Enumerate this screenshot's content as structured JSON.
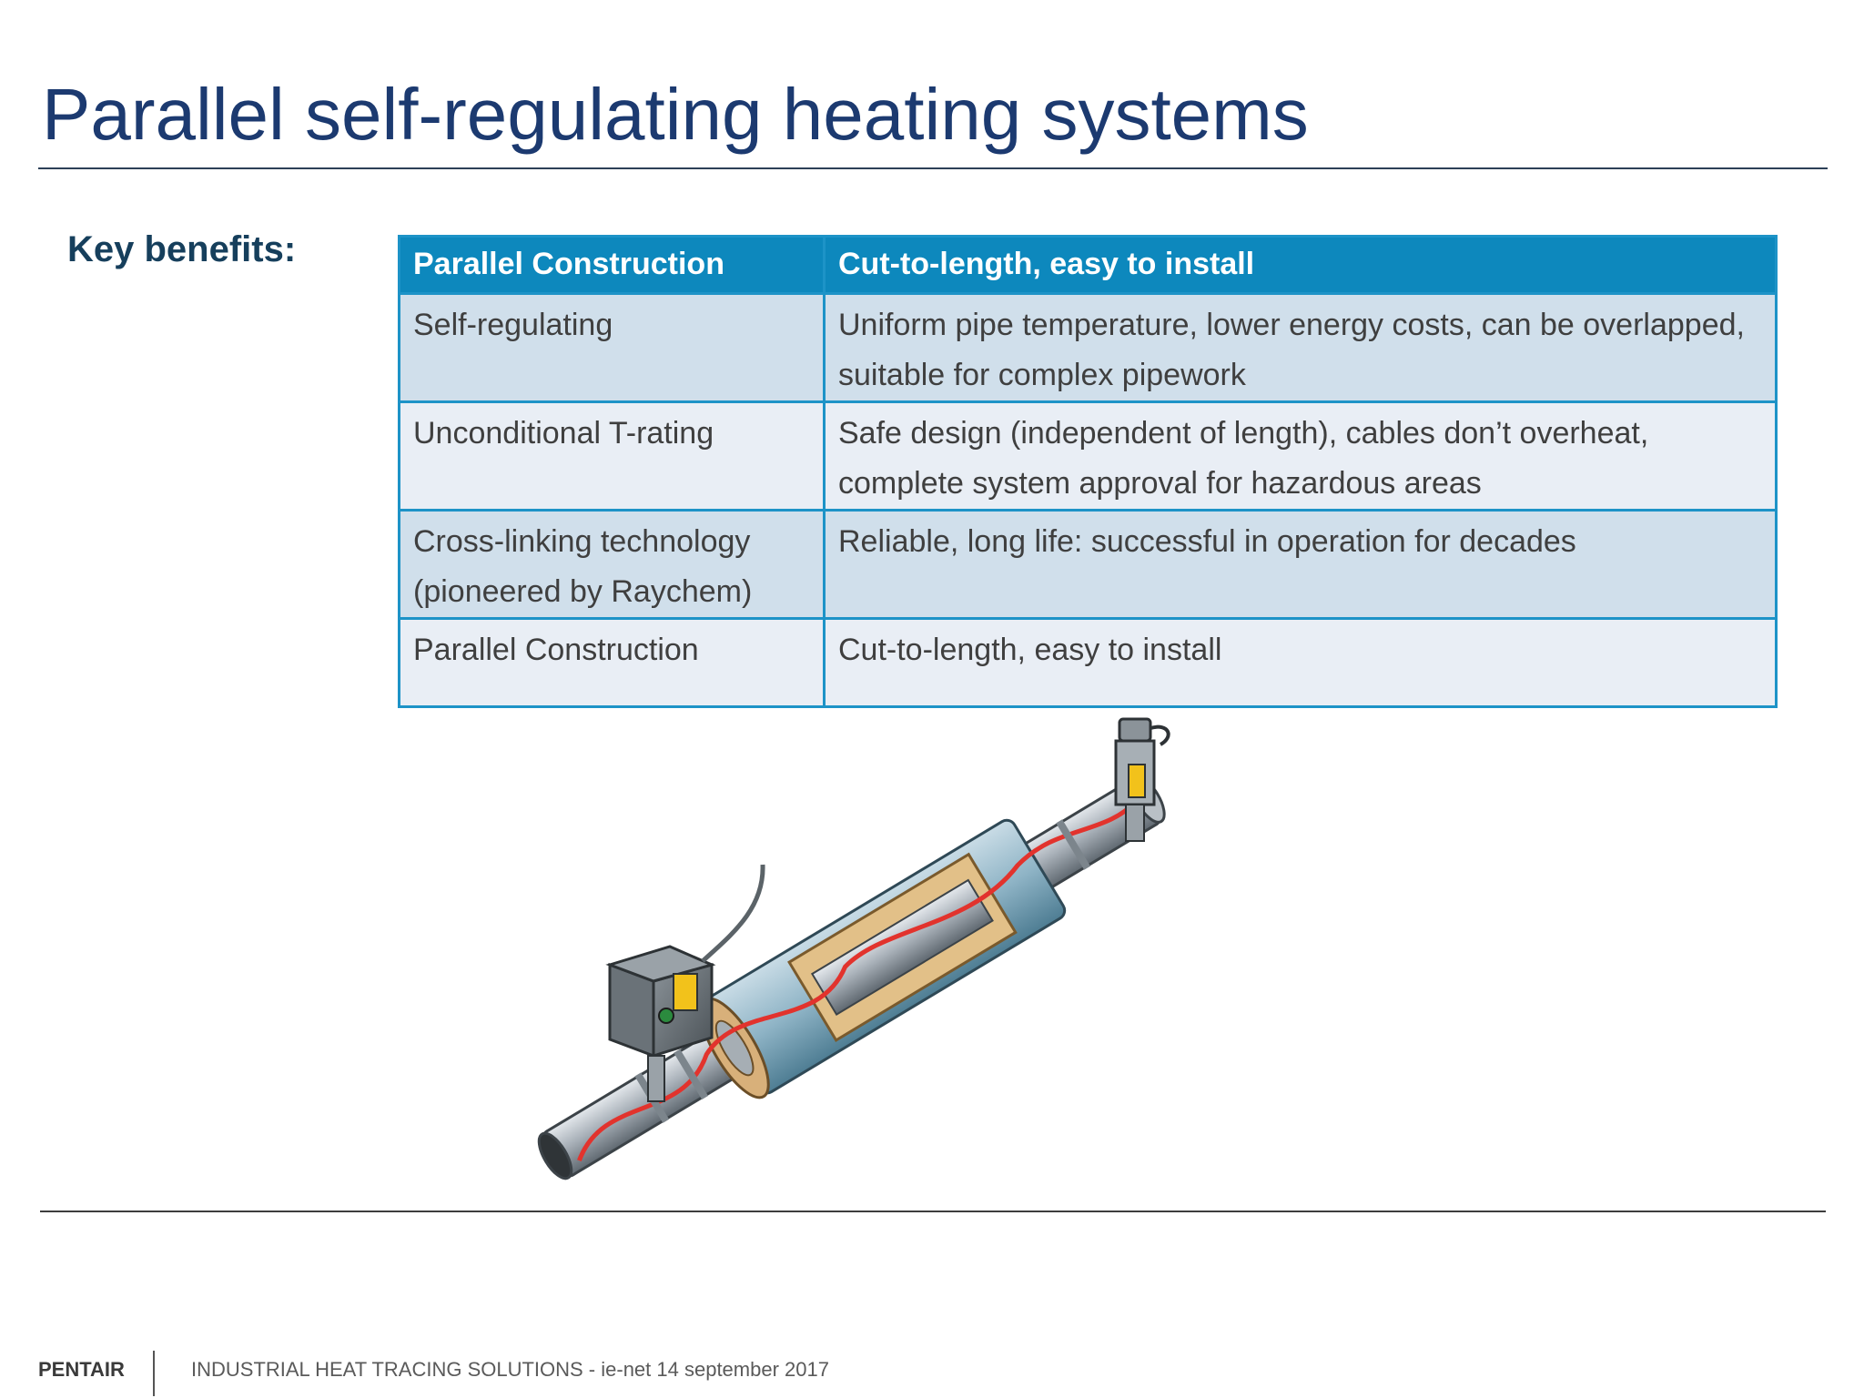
{
  "slide": {
    "title": "Parallel self-regulating heating systems",
    "key_benefits_label": "Key benefits:"
  },
  "table": {
    "header": [
      "Parallel Construction",
      "Cut-to-length, easy to install"
    ],
    "rows": [
      [
        "Self-regulating",
        "Uniform pipe temperature, lower energy costs, can be overlapped, suitable for complex pipework"
      ],
      [
        "Unconditional T-rating",
        "Safe design (independent of length), cables don’t overheat, complete system approval for hazardous areas"
      ],
      [
        "Cross-linking technology (pioneered by Raychem)",
        "Reliable, long life: successful in operation for decades"
      ],
      [
        "Parallel Construction",
        "Cut-to-length, easy to install"
      ]
    ]
  },
  "footer": {
    "brand": "PENTAIR",
    "text": "INDUSTRIAL HEAT TRACING SOLUTIONS  -  ie-net  14 september 2017"
  },
  "colors": {
    "title": "#1c3a70",
    "header_bg": "#0d88bd",
    "row_dark": "#d0dfeb",
    "row_light": "#e9eef5",
    "heating_cable": "#e2332d"
  },
  "illustration": {
    "name": "heat-traced-pipe-illustration"
  }
}
